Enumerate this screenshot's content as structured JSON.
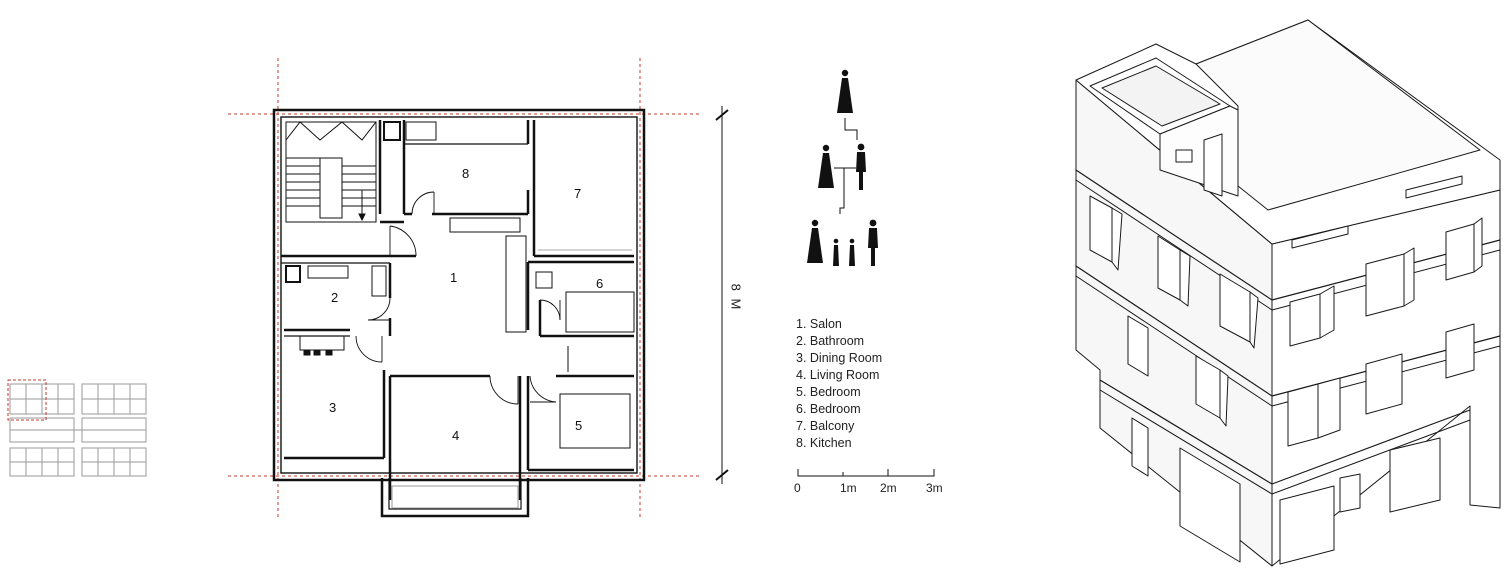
{
  "plan": {
    "room_numbers": [
      "1",
      "2",
      "3",
      "4",
      "5",
      "6",
      "7",
      "8"
    ],
    "dimension_label": "8 M"
  },
  "legend": {
    "items": [
      "1.  Salon",
      "2.  Bathroom",
      "3.  Dining Room",
      "4.  Living Room",
      "5.  Bedroom",
      "6.  Bedroom",
      "7.  Balcony",
      "8.  Kitchen"
    ]
  },
  "scale_bar": {
    "labels": [
      "0",
      "1m",
      "2m",
      "3m"
    ]
  }
}
